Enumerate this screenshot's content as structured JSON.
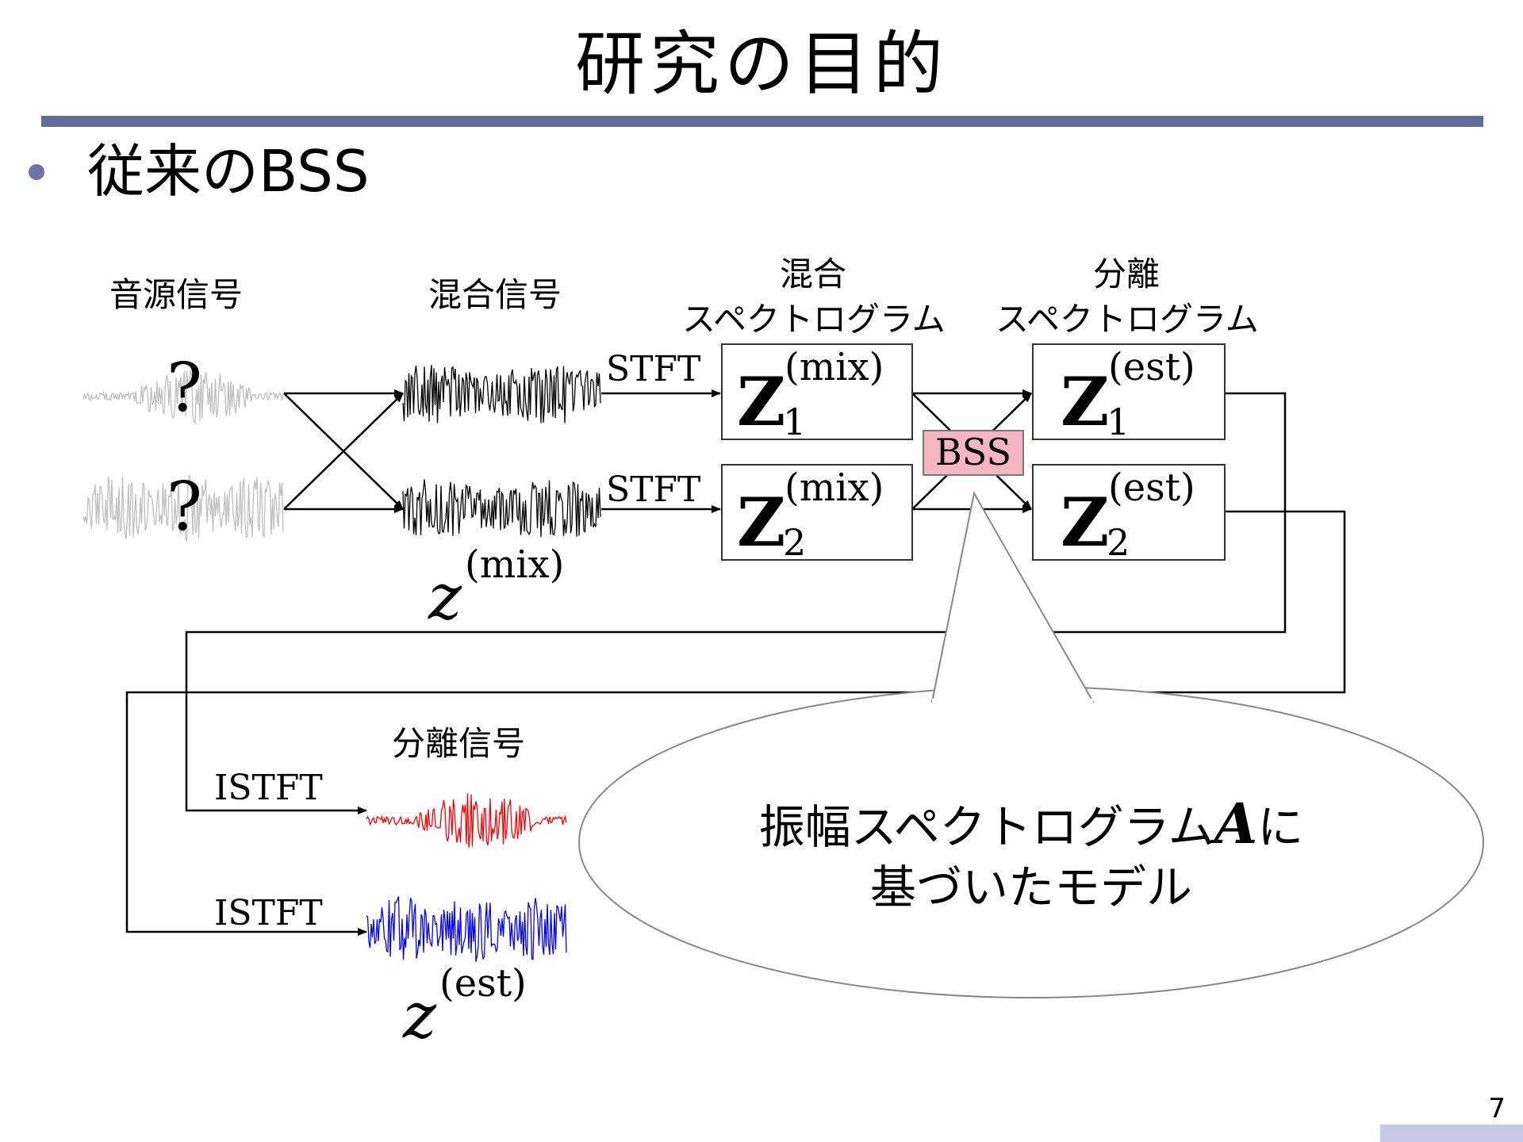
{
  "title": "研究の目的",
  "bullet": "従来のBSS",
  "labels": {
    "source_signal": "音源信号",
    "mixed_signal": "混合信号",
    "mixed_spec_line1": "混合",
    "mixed_spec_line2": "スペクトログラム",
    "sep_spec_line1": "分離",
    "sep_spec_line2": "スペクトログラム",
    "separated_signal": "分離信号"
  },
  "unknown_mark": "?",
  "ops": {
    "stft": "STFT",
    "istft": "ISTFT",
    "bss": "BSS"
  },
  "math": {
    "Z": "Z",
    "sub1": "1",
    "sub2": "2",
    "mix_sup": "(mix)",
    "est_sup": "(est)",
    "z": "z"
  },
  "bubble": {
    "line1_prefix": "振幅スペクトログラム",
    "symbol": "A",
    "line1_suffix": "に",
    "line2": "基づいたモデル"
  },
  "page_number": "7",
  "colors": {
    "rule": "#666a99",
    "bss_fill": "#f4b6c2",
    "wave_source": "#bfbfbf",
    "wave_mixed": "#000000",
    "wave_est1": "#ff0000",
    "wave_est2": "#0000ff"
  }
}
